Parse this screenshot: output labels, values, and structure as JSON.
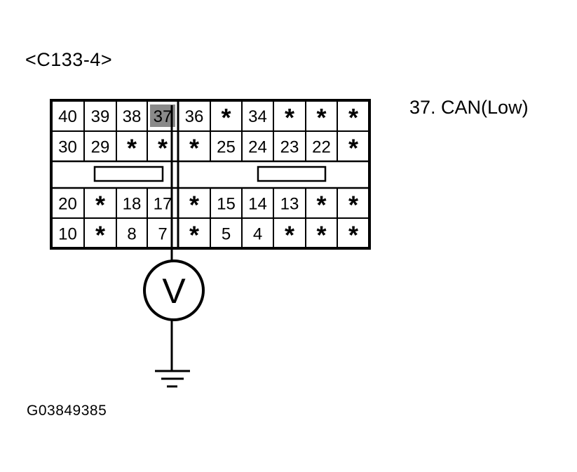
{
  "connector": {
    "title": "<C133-4>",
    "rows": [
      [
        "40",
        "39",
        "38",
        "37",
        "36",
        "*",
        "34",
        "*",
        "*",
        "*"
      ],
      [
        "30",
        "29",
        "*",
        "*",
        "*",
        "25",
        "24",
        "23",
        "22",
        "*"
      ],
      [
        "20",
        "*",
        "18",
        "17",
        "*",
        "15",
        "14",
        "13",
        "*",
        "*"
      ],
      [
        "10",
        "*",
        "8",
        "7",
        "*",
        "5",
        "4",
        "*",
        "*",
        "*"
      ]
    ],
    "highlighted_pin": "37"
  },
  "pin_description": "37. CAN(Low)",
  "meter_symbol": "V",
  "figure_code": "G03849385",
  "colors": {
    "line": "#000000",
    "background": "#ffffff",
    "highlight": "#8a8a8a"
  }
}
